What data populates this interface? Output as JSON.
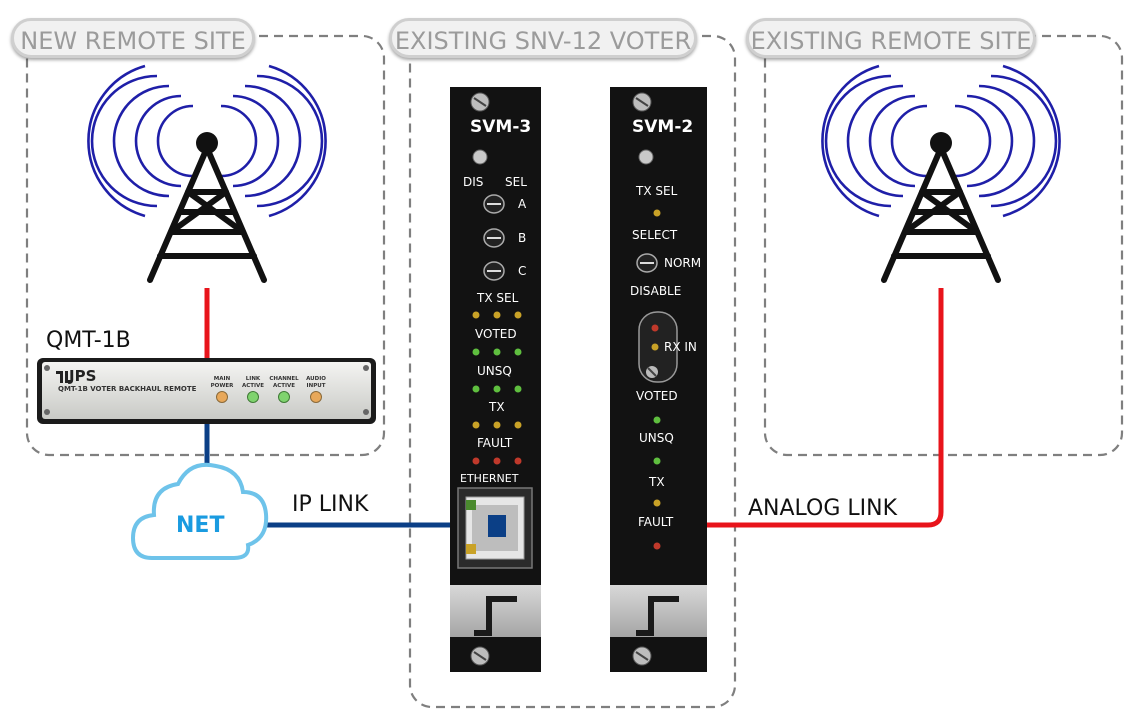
{
  "sites": {
    "new_remote": "NEW REMOTE SITE",
    "voter": "EXISTING SNV-12 VOTER",
    "existing_remote": "EXISTING REMOTE SITE"
  },
  "qmt": {
    "title": "QMT-1B",
    "brand": "JPS",
    "subtitle": "QMT-1B VOTER BACKHAUL REMOTE",
    "indicators": [
      {
        "line1": "MAIN",
        "line2": "POWER",
        "color": "#e8a85a"
      },
      {
        "line1": "LINK",
        "line2": "ACTIVE",
        "color": "#7fd36e"
      },
      {
        "line1": "CHANNEL",
        "line2": "ACTIVE",
        "color": "#7fd36e"
      },
      {
        "line1": "AUDIO",
        "line2": "INPUT",
        "color": "#e8a85a"
      }
    ]
  },
  "net": {
    "label": "NET"
  },
  "links": {
    "ip": "IP LINK",
    "analog": "ANALOG LINK"
  },
  "svm3": {
    "title": "SVM-3",
    "dis": "DIS",
    "sel": "SEL",
    "switches": [
      "A",
      "B",
      "C"
    ],
    "tx_sel": "TX SEL",
    "voted": "VOTED",
    "unsq": "UNSQ",
    "tx": "TX",
    "fault": "FAULT",
    "ethernet": "ETHERNET"
  },
  "svm2": {
    "title": "SVM-2",
    "tx_sel": "TX SEL",
    "select": "SELECT",
    "norm": "NORM",
    "disable": "DISABLE",
    "rx_in": "RX IN",
    "voted": "VOTED",
    "unsq": "UNSQ",
    "tx": "TX",
    "fault": "FAULT"
  },
  "colors": {
    "red_link": "#e8141b",
    "blue_link": "#0b3f86",
    "antenna_wave": "#1f1fa8",
    "cloud_edge": "#6ec3ea",
    "cloud_text": "#1a9be0"
  }
}
